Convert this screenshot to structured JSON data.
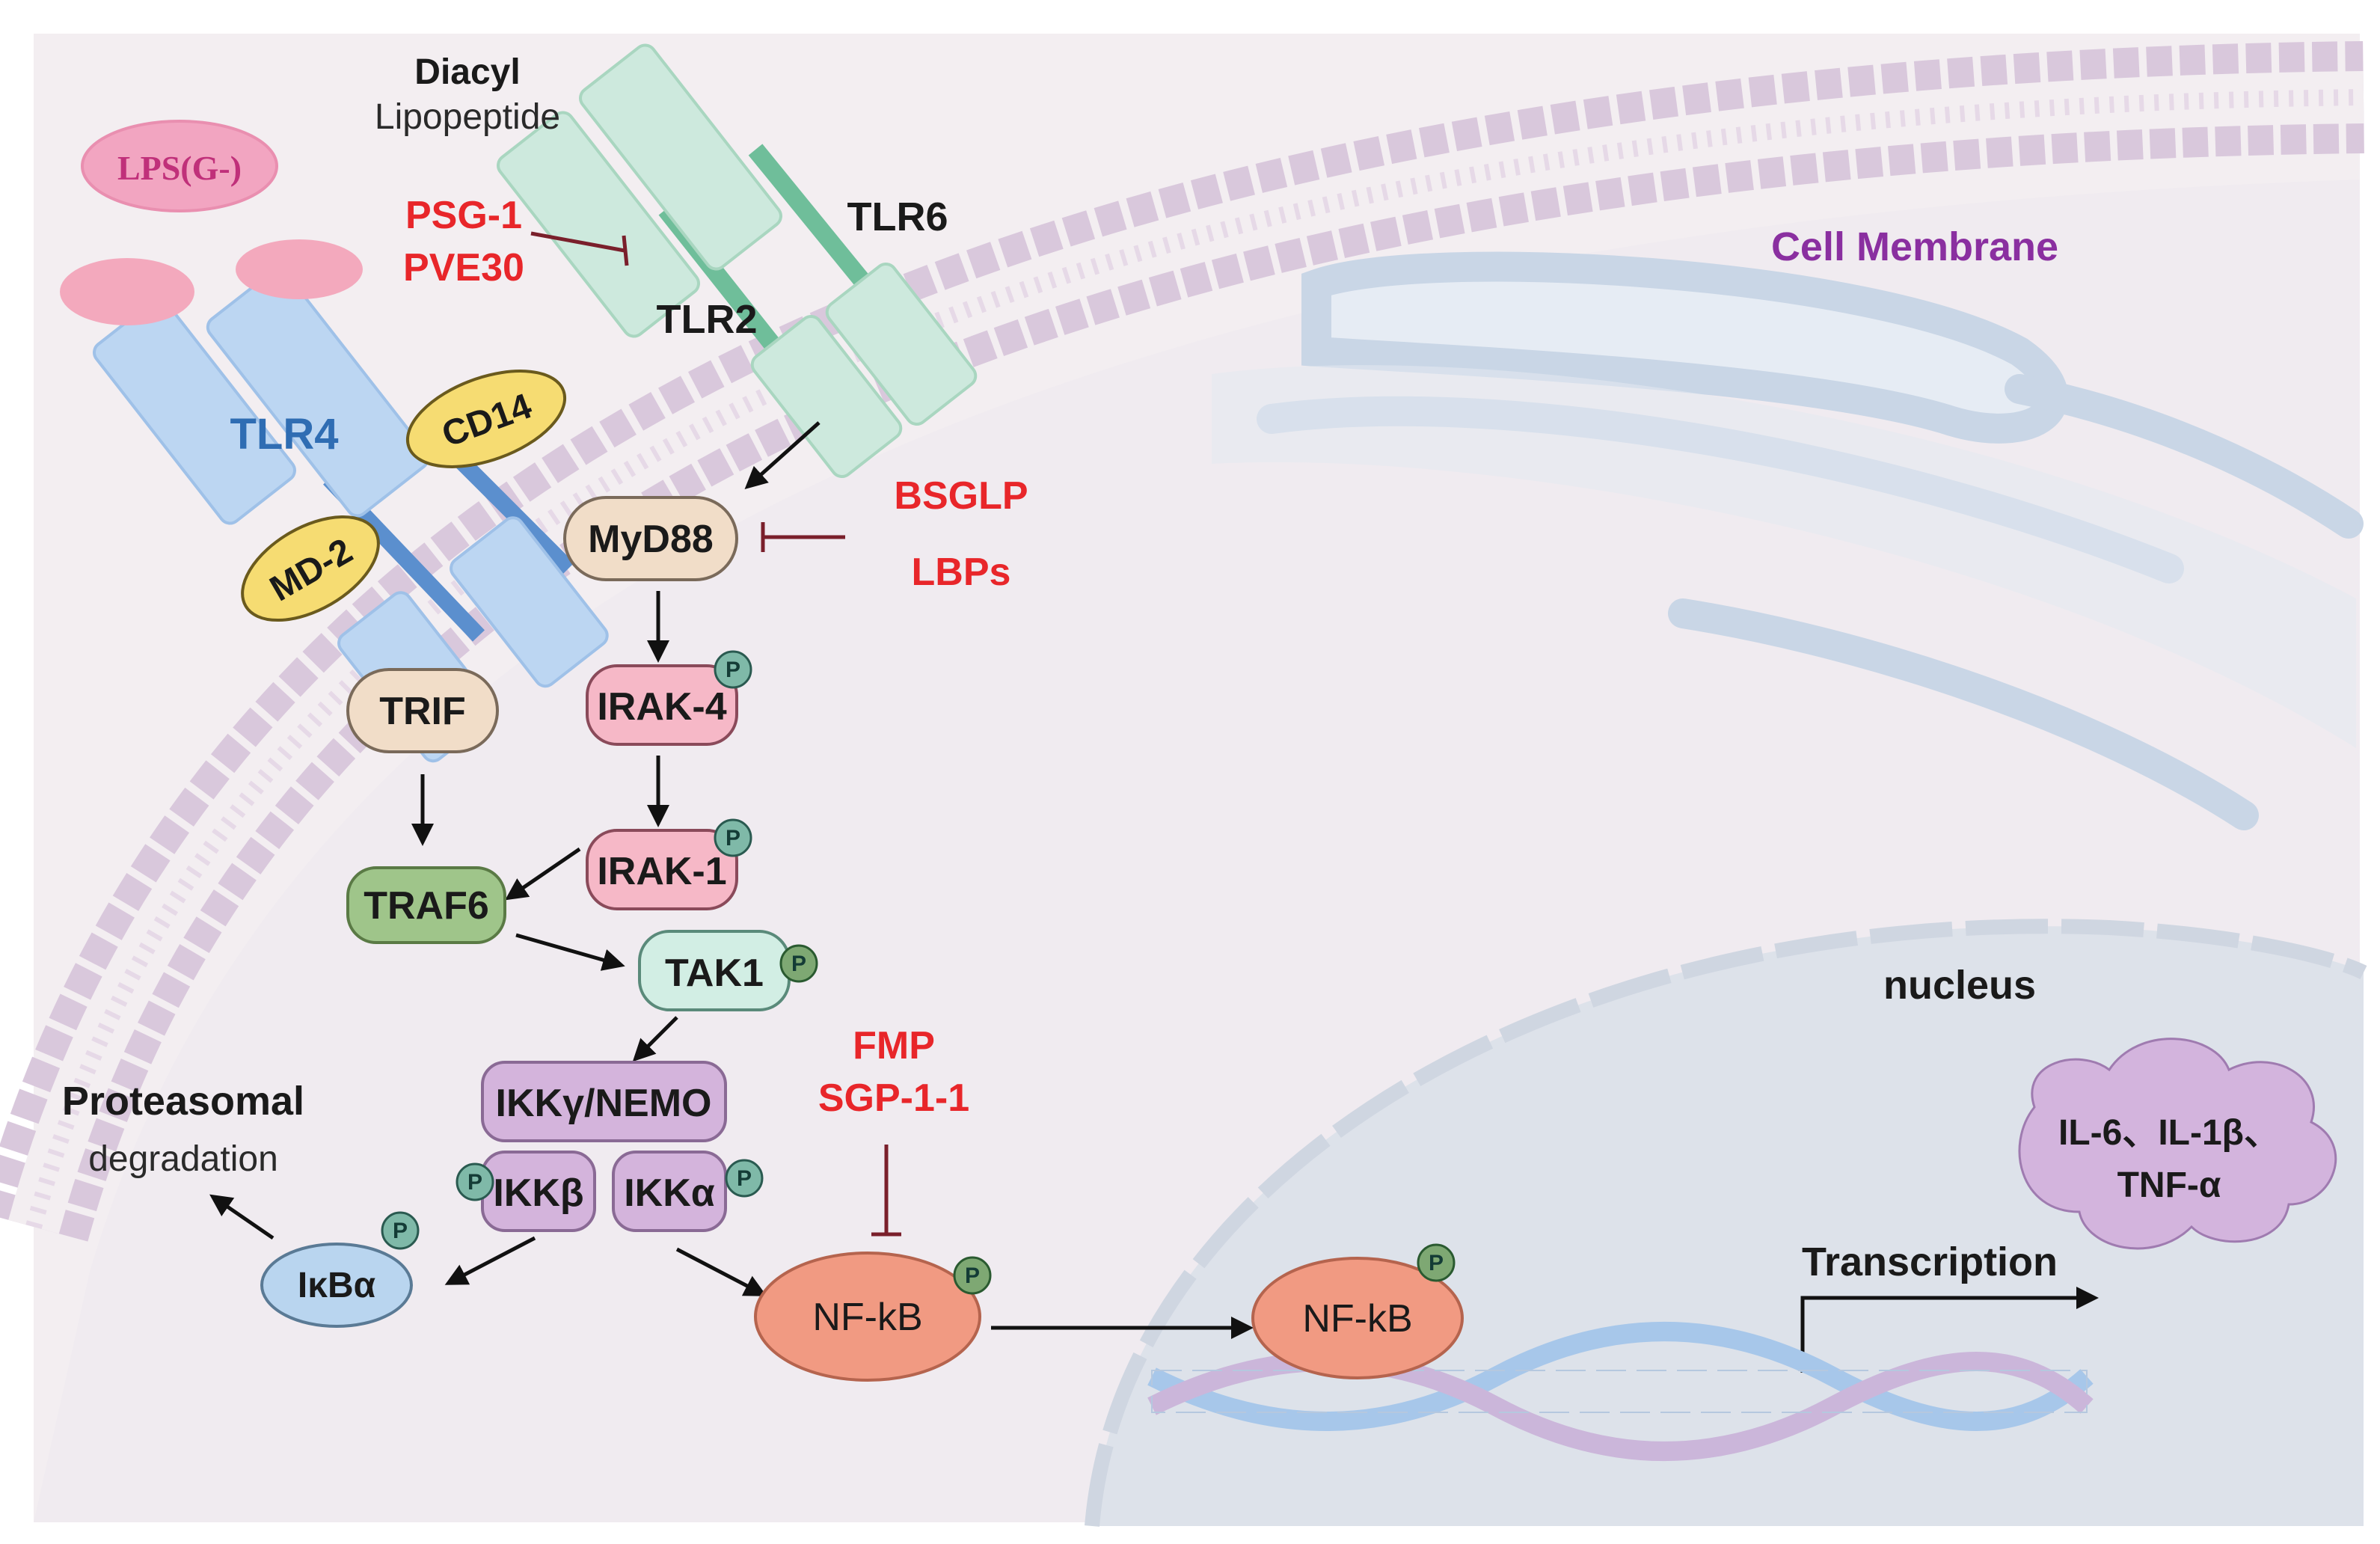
{
  "labels": {
    "diacyl": "Diacyl",
    "lipopeptide": "Lipopeptide",
    "lps": "LPS(G-)",
    "tlr6": "TLR6",
    "tlr2": "TLR2",
    "tlr4": "TLR4",
    "cd14": "CD14",
    "md2": "MD-2",
    "cell_membrane": "Cell Membrane",
    "myd88": "MyD88",
    "trif": "TRIF",
    "irak4": "IRAK-4",
    "irak1": "IRAK-1",
    "traf6": "TRAF6",
    "tak1": "TAK1",
    "ikk_gamma": "IKKγ/NEMO",
    "ikk_beta": "IKKβ",
    "ikk_alpha": "IKKα",
    "ikba": "IκBα",
    "proteasomal": "Proteasomal",
    "degradation": "degradation",
    "nfkb_cyto": "NF-kB",
    "nfkb_nucleus": "NF-kB",
    "nucleus": "nucleus",
    "transcription": "Transcription",
    "cytokines_1": "IL-6、IL-1β、",
    "cytokines_2": "TNF-α",
    "phospho": "P"
  },
  "inhibitors": {
    "psg1": "PSG-1",
    "pve30": "PVE30",
    "bsglp": "BSGLP",
    "lbps": "LBPs",
    "fmp": "FMP",
    "sgp": "SGP-1-1"
  },
  "colors": {
    "inhibitor_text": "#e8262a",
    "inhibitor_line": "#7a1f2b",
    "tlr4_label": "#2f6db3",
    "membrane_label": "#8a2fa0",
    "lps_label": "#c0307a"
  }
}
